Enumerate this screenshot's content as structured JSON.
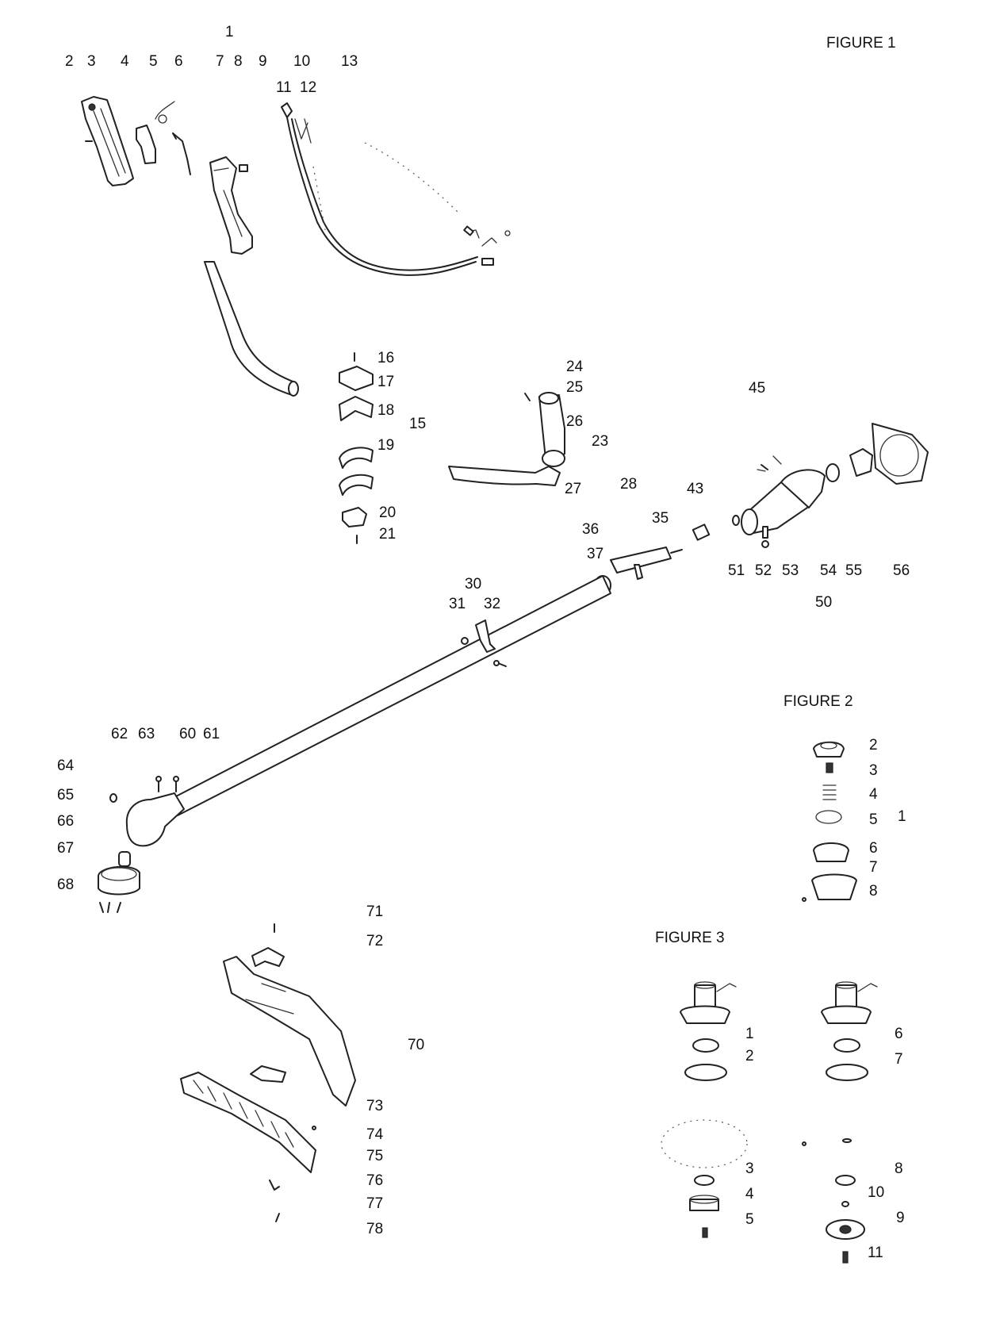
{
  "figures": {
    "fig1_title": "FIGURE 1",
    "fig2_title": "FIGURE 2",
    "fig3_title": "FIGURE 3"
  },
  "fig1_labels": [
    "1",
    "2",
    "3",
    "4",
    "5",
    "6",
    "7",
    "8",
    "9",
    "10",
    "13",
    "11",
    "12",
    "16",
    "17",
    "18",
    "15",
    "19",
    "20",
    "21",
    "24",
    "25",
    "26",
    "23",
    "27",
    "28",
    "43",
    "45",
    "36",
    "35",
    "37",
    "51",
    "52",
    "53",
    "54",
    "55",
    "56",
    "50",
    "30",
    "31",
    "32",
    "62",
    "63",
    "60",
    "61",
    "64",
    "65",
    "66",
    "67",
    "68",
    "71",
    "72",
    "70",
    "73",
    "74",
    "75",
    "76",
    "77",
    "78"
  ],
  "fig2_labels": [
    "2",
    "3",
    "4",
    "5",
    "1",
    "6",
    "7",
    "8"
  ],
  "fig3_labels": [
    "1",
    "2",
    "6",
    "7",
    "3",
    "8",
    "4",
    "10",
    "5",
    "9",
    "11"
  ]
}
